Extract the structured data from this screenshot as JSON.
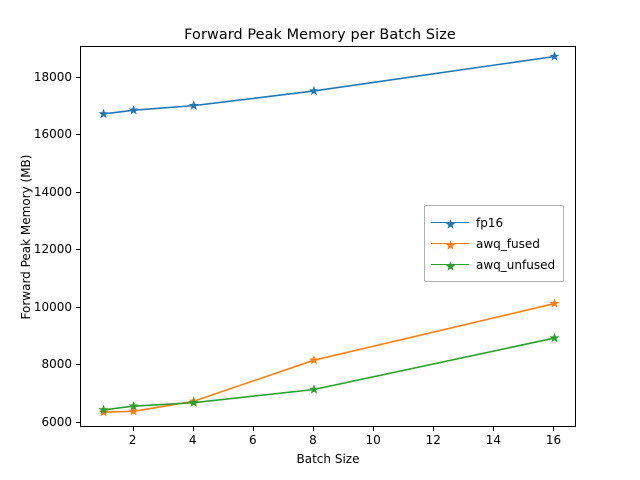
{
  "chart_data": {
    "type": "line",
    "title": "Forward Peak Memory per Batch Size",
    "xlabel": "Batch Size",
    "ylabel": "Forward Peak Memory (MB)",
    "x": [
      1,
      2,
      4,
      8,
      16
    ],
    "xlim": [
      0.25,
      16.75
    ],
    "ylim": [
      5820,
      19080
    ],
    "xticks": [
      2,
      4,
      6,
      8,
      10,
      12,
      14,
      16
    ],
    "xtick_labels": [
      "2",
      "4",
      "6",
      "8",
      "10",
      "12",
      "14",
      "16"
    ],
    "yticks": [
      6000,
      8000,
      10000,
      12000,
      14000,
      16000,
      18000
    ],
    "ytick_labels": [
      "6000",
      "8000",
      "10000",
      "12000",
      "14000",
      "16000",
      "18000"
    ],
    "grid": false,
    "legend_position": "center right",
    "marker": "star",
    "series": [
      {
        "name": "fp16",
        "color": "#1f77b4",
        "values": [
          16750,
          16880,
          17040,
          17550,
          18750
        ]
      },
      {
        "name": "awq_fused",
        "color": "#ff7f0e",
        "values": [
          6370,
          6400,
          6750,
          8180,
          10150
        ]
      },
      {
        "name": "awq_unfused",
        "color": "#2ca02c",
        "values": [
          6450,
          6580,
          6700,
          7160,
          8950
        ]
      }
    ]
  },
  "legend": {
    "items": [
      {
        "label": "fp16"
      },
      {
        "label": "awq_fused"
      },
      {
        "label": "awq_unfused"
      }
    ]
  }
}
